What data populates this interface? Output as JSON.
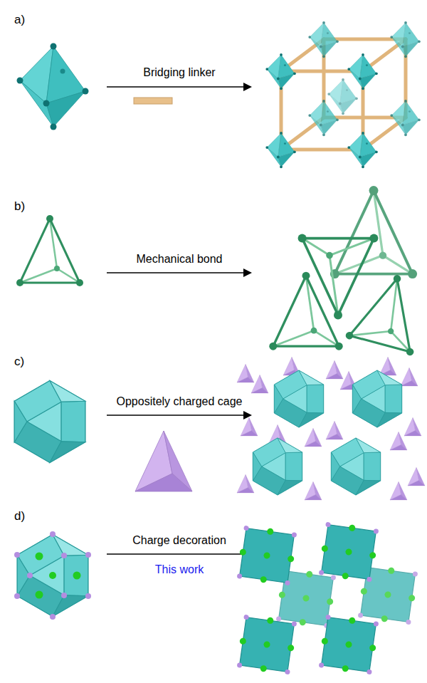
{
  "diagram": {
    "labels": [
      "a)",
      "Bridging linker",
      "b)",
      "Mechanical bond",
      "c)",
      "Oppositely charged cage",
      "d)",
      "Charge decoration",
      "This work"
    ]
  }
}
